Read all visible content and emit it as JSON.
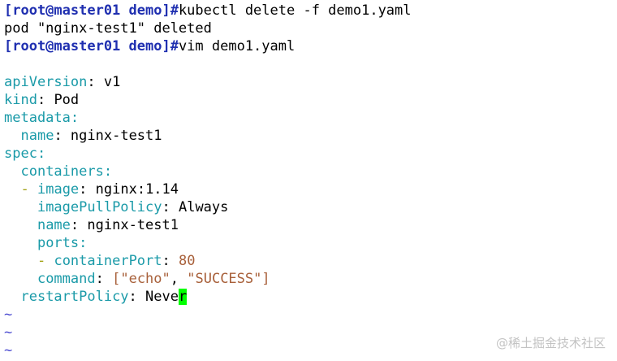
{
  "terminal": {
    "prompt": "[root@master01 demo]#",
    "cmd1": "kubectl delete -f demo1.yaml",
    "output1": "pod \"nginx-test1\" deleted",
    "cmd2": "vim demo1.yaml"
  },
  "yaml": {
    "api_key": "apiVersion",
    "api_val": " v1",
    "kind_key": "kind",
    "kind_val": " Pod",
    "metadata_key": "metadata",
    "name_key": "name",
    "name_val": " nginx-test1",
    "spec_key": "spec",
    "containers_key": "containers",
    "image_key": "image",
    "image_val": " nginx:1.14",
    "pull_key": "imagePullPolicy",
    "pull_val": " Always",
    "cname_key": "name",
    "cname_val": " nginx-test1",
    "ports_key": "ports",
    "cport_key": "containerPort",
    "cport_val": "80",
    "command_key": "command",
    "cmd_open": "[",
    "cmd_arg1": "\"echo\"",
    "cmd_sep": ", ",
    "cmd_arg2": "\"SUCCESS\"",
    "cmd_close": "]",
    "restart_key": "restartPolicy",
    "restart_val_before": " Neve",
    "restart_val_cursor": "r"
  },
  "vim": {
    "tilde": "~"
  },
  "watermark": "@稀土掘金技术社区",
  "colors": {
    "prompt": "#1f2fb0",
    "yaml_key": "#1a9aa8",
    "list_dash": "#a3a317",
    "number_string": "#a8603a",
    "tilde": "#4a4ad0",
    "cursor": "#00ff00"
  }
}
